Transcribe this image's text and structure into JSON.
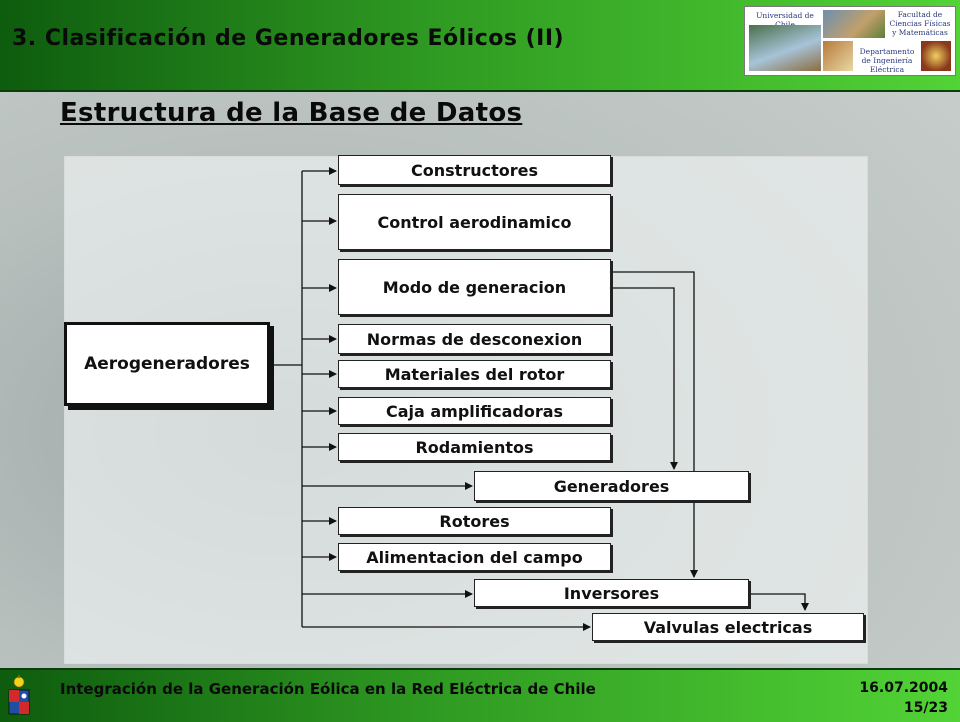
{
  "header": {
    "title": "3. Clasificación de Generadores Eólicos (II)"
  },
  "logo": {
    "university": "Universidad de Chile",
    "faculty": "Facultad de Ciencias Físicas y Matemáticas",
    "department": "Departamento de Ingeniería Eléctrica"
  },
  "slide": {
    "subtitle": "Estructura de la Base de Datos"
  },
  "diagram": {
    "root": "Aerogeneradores",
    "tables": [
      "Constructores",
      "Control aerodinamico",
      "Modo de generacion",
      "Normas de desconexion",
      "Materiales del rotor",
      "Caja amplificadoras",
      "Rodamientos",
      "Generadores",
      "Rotores",
      "Alimentacion del campo",
      "Inversores",
      "Valvulas electricas"
    ]
  },
  "footer": {
    "text": "Integración de la Generación Eólica en la Red Eléctrica de Chile",
    "date": "16.07.2004",
    "page": "15/23"
  },
  "colors": {
    "header_dark": "#0e5c0e",
    "header_light": "#52d336"
  }
}
